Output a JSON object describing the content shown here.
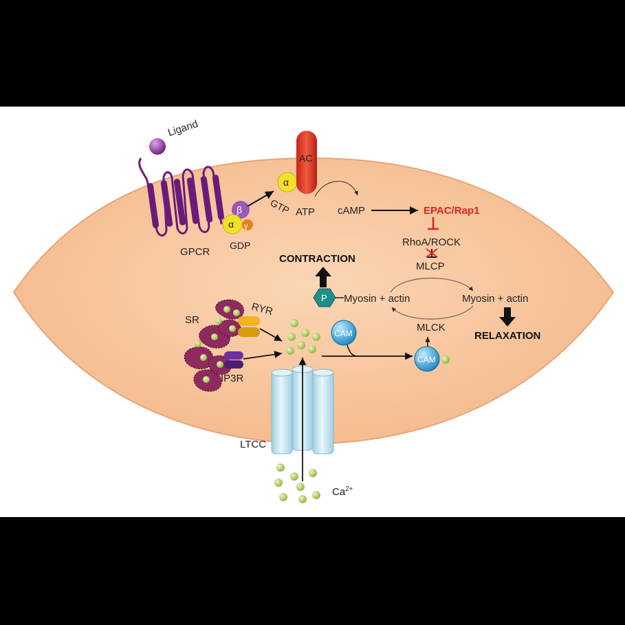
{
  "labels": {
    "ligand": "Ligand",
    "gpcr": "GPCR",
    "alpha": "α",
    "beta": "β",
    "gamma": "γ",
    "gdp": "GDP",
    "gtp": "GTP",
    "ac": "AC",
    "atp": "ATP",
    "camp": "cAMP",
    "epac": "EPAC/Rap1",
    "rhoa": "RhoA/ROCK",
    "mlcp": "MLCP",
    "contraction": "CONTRACTION",
    "phospho": "P",
    "myosin_actin_left": "Myosin + actin",
    "myosin_actin_right": "Myosin + actin",
    "relaxation": "RELAXATION",
    "mlck": "MLCK",
    "cam": "CAM",
    "cam_bound": "CAM",
    "sr": "SR",
    "ryr": "RYR",
    "ip3r": "IP3R",
    "ltcc": "LTCC",
    "calcium": "Ca",
    "calcium_charge": "2+"
  },
  "colors": {
    "background": "#000000",
    "frame": "#ffffff",
    "cell_fill": "#f8c79f",
    "cell_stroke": "#e7a577",
    "gpcr": "#6a1b7a",
    "alpha_subunit": "#f2e12a",
    "beta_subunit": "#9b59b6",
    "gamma_subunit": "#e67e22",
    "ac": "#e53b2a",
    "epac_text": "#e32222",
    "calcium": "#b9d86a",
    "cam": "#2aa9e0",
    "ltcc": "#bfe3ee",
    "sr": "#8e2a5e",
    "ryr": "#f0b323",
    "ip3r": "#6b2fa0",
    "phospho": "#1f8f8a"
  }
}
